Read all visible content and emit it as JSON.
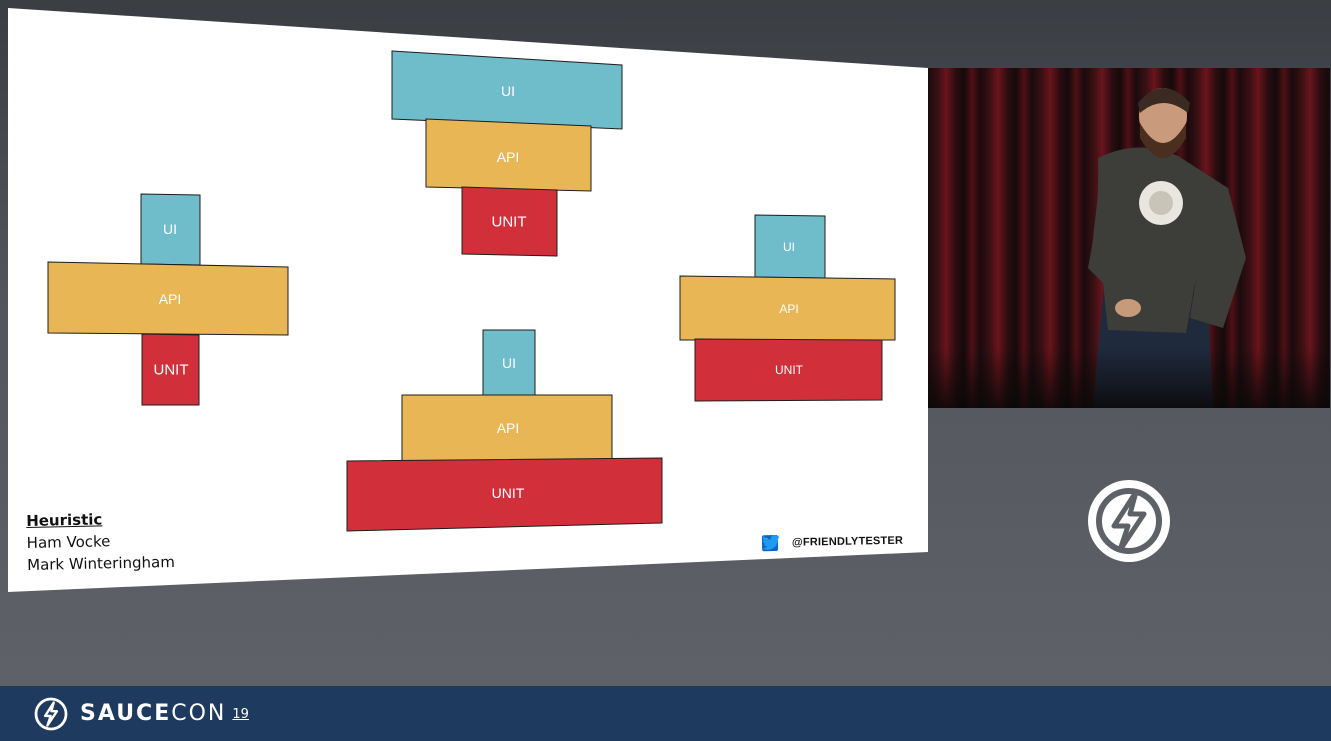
{
  "slide": {
    "groups": [
      {
        "name": "left",
        "blocks": [
          "UI",
          "API",
          "UNIT"
        ]
      },
      {
        "name": "top",
        "blocks": [
          "UI",
          "API",
          "UNIT"
        ]
      },
      {
        "name": "right",
        "blocks": [
          "UI",
          "API",
          "UNIT"
        ]
      },
      {
        "name": "bottom",
        "blocks": [
          "UI",
          "API",
          "UNIT"
        ]
      }
    ],
    "credit": {
      "heading": "Heuristic",
      "authors": [
        "Ham Vocke",
        "Mark Winteringham"
      ]
    },
    "handle": "@FRIENDLYTESTER",
    "social_icons": [
      "linkedin-icon",
      "twitter-icon"
    ]
  },
  "footer": {
    "brand_bold": "SAUCE",
    "brand_light": "CON",
    "year": "19"
  },
  "colors": {
    "ui": "#6fbccb",
    "api": "#e8b654",
    "unit": "#d1303a",
    "footer": "#1f3a5f"
  }
}
